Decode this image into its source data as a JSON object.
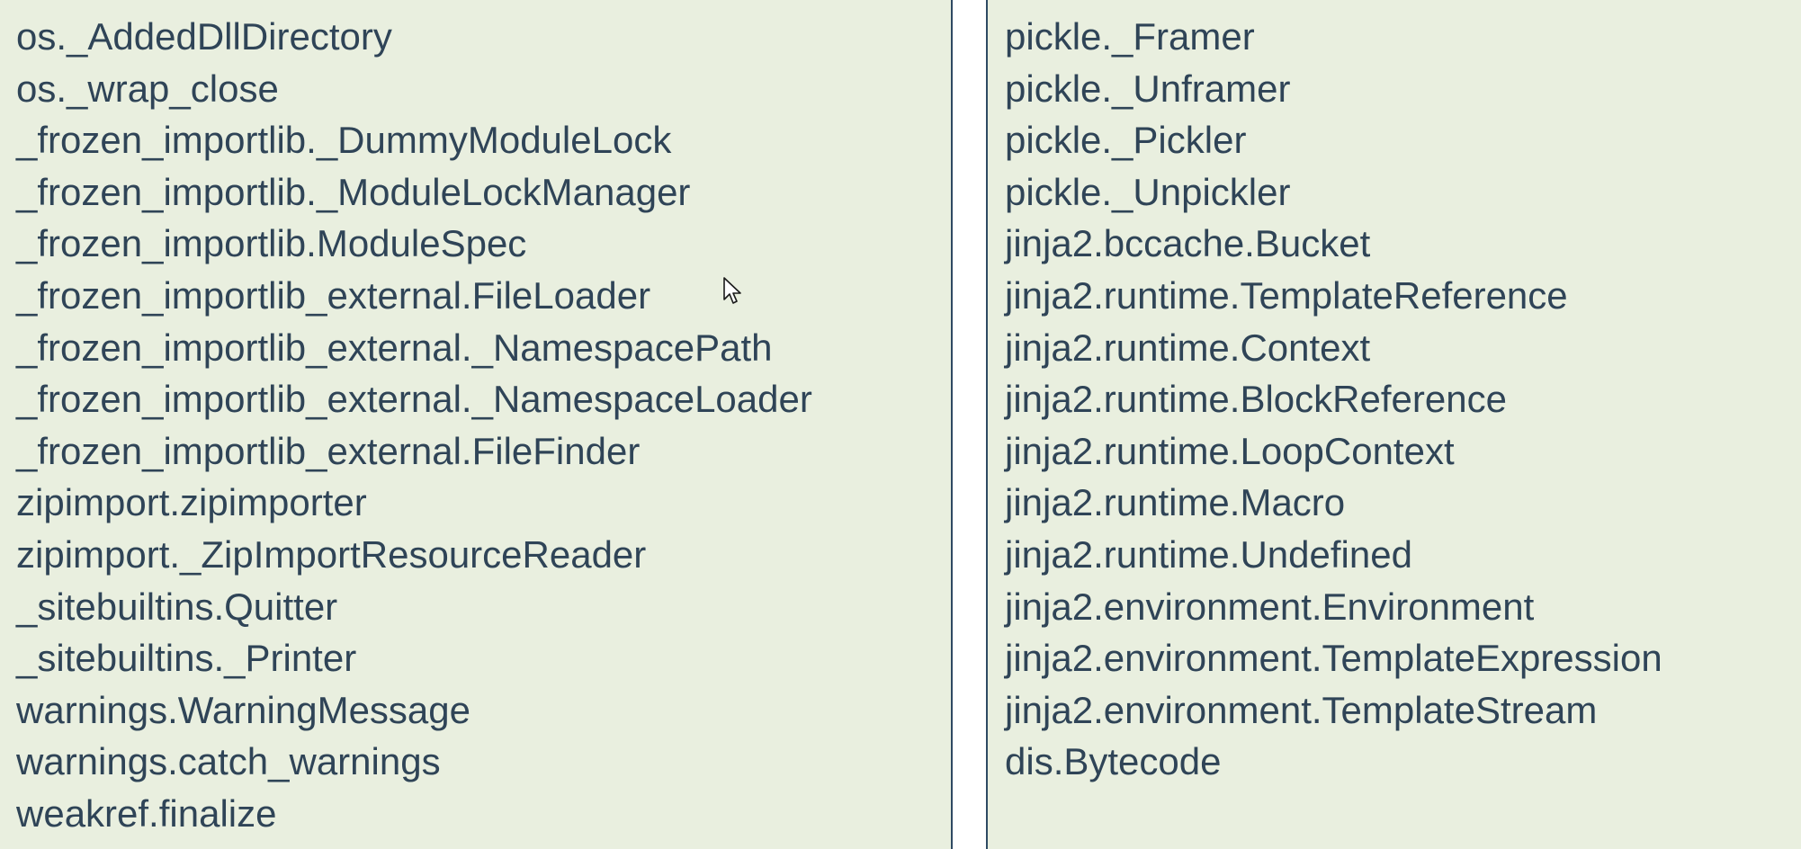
{
  "left_panel": {
    "items": [
      "os._AddedDllDirectory",
      "os._wrap_close",
      "_frozen_importlib._DummyModuleLock",
      "_frozen_importlib._ModuleLockManager",
      "_frozen_importlib.ModuleSpec",
      "_frozen_importlib_external.FileLoader",
      "_frozen_importlib_external._NamespacePath",
      "_frozen_importlib_external._NamespaceLoader",
      "_frozen_importlib_external.FileFinder",
      "zipimport.zipimporter",
      "zipimport._ZipImportResourceReader",
      "_sitebuiltins.Quitter",
      "_sitebuiltins._Printer",
      "warnings.WarningMessage",
      "warnings.catch_warnings",
      "weakref.finalize"
    ]
  },
  "right_panel": {
    "items": [
      "pickle._Framer",
      "pickle._Unframer",
      "pickle._Pickler",
      "pickle._Unpickler",
      "jinja2.bccache.Bucket",
      "jinja2.runtime.TemplateReference",
      "jinja2.runtime.Context",
      "jinja2.runtime.BlockReference",
      "jinja2.runtime.LoopContext",
      "jinja2.runtime.Macro",
      "jinja2.runtime.Undefined",
      "jinja2.environment.Environment",
      "jinja2.environment.TemplateExpression",
      "jinja2.environment.TemplateStream",
      "dis.Bytecode"
    ]
  },
  "colors": {
    "panel_background": "#e9efdf",
    "panel_border": "#2e4a63",
    "text": "#2f4457",
    "page_background": "#ffffff"
  },
  "icons": {
    "cursor": "mouse-pointer-icon"
  }
}
